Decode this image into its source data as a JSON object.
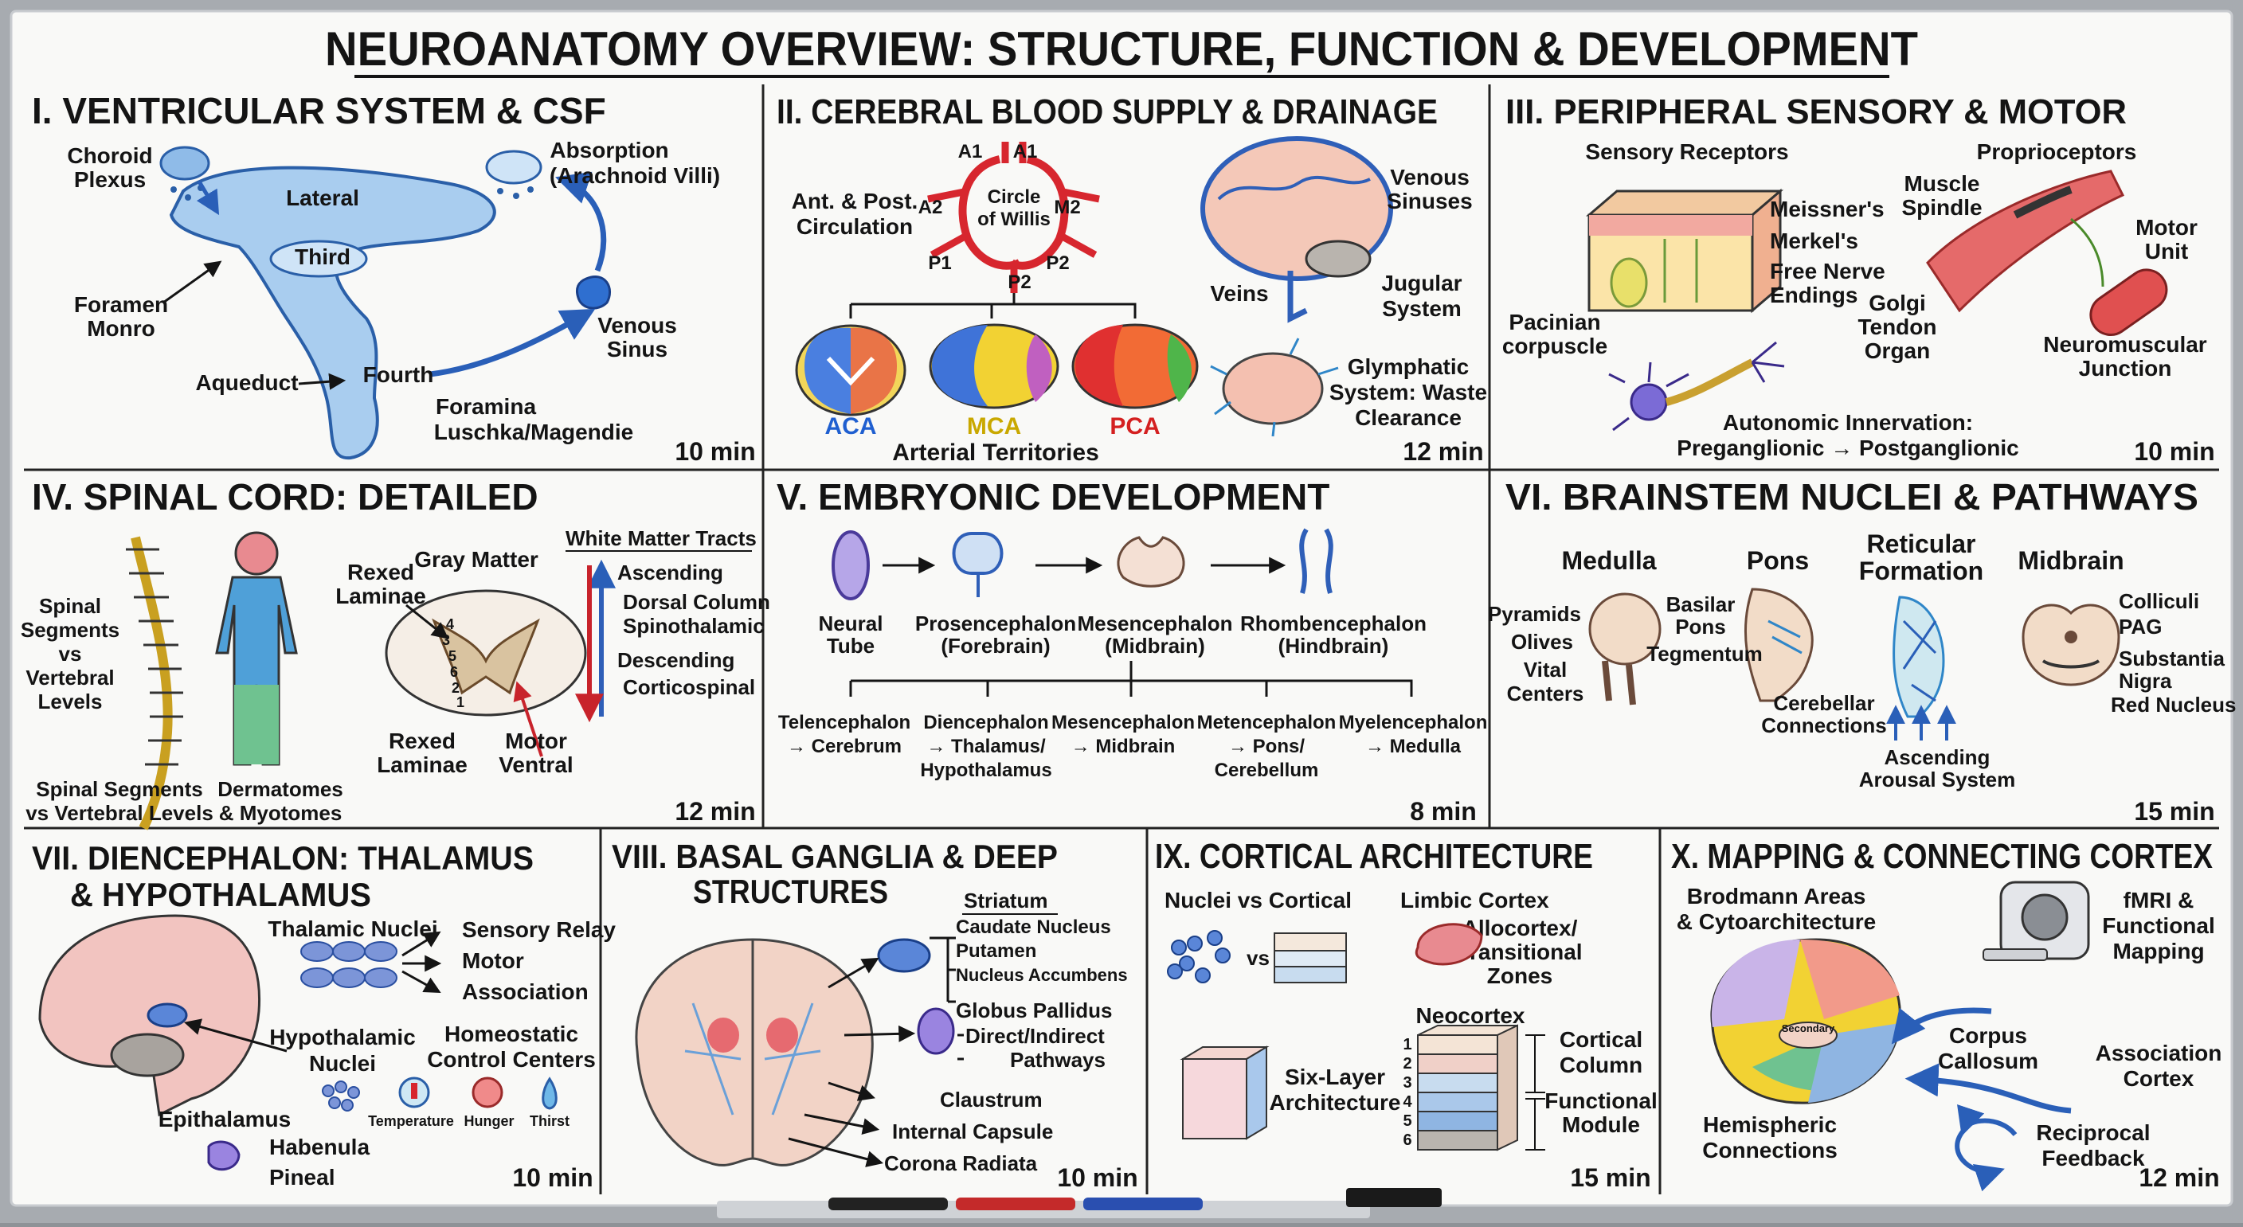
{
  "title": "NEUROANATOMY OVERVIEW: STRUCTURE, FUNCTION & DEVELOPMENT",
  "colors": {
    "board": "#f9f9f7",
    "frame": "#9ea2a6",
    "csf": "#a9cdef",
    "csf_dark": "#3f7dc9",
    "artery": "#d7262e",
    "vein": "#2f5fb8",
    "aca": "#1f5fd0",
    "mca": "#d4b800",
    "pca": "#d42020"
  },
  "panels": {
    "p1": {
      "heading": "I. VENTRICULAR SYSTEM & CSF",
      "time": "10 min",
      "labels": {
        "choroid": "Choroid",
        "plexus": "Plexus",
        "absorption": "Absorption",
        "villi": "(Arachnoid Villi)",
        "lateral": "Lateral",
        "third": "Third",
        "foramen": "Foramen",
        "monro": "Monro",
        "aqueduct": "Aqueduct",
        "fourth": "Fourth",
        "foramina": "Foramina",
        "luschka": "Luschka/Magendie",
        "venous": "Venous",
        "sinus": "Sinus"
      }
    },
    "p2": {
      "heading": "II. CEREBRAL BLOOD SUPPLY & DRAINAGE",
      "time": "12 min",
      "labels": {
        "a1l": "A1",
        "a1r": "A1",
        "a2": "A2",
        "m2": "M2",
        "p1": "P1",
        "p2r": "P2",
        "p2b": "P2",
        "circle1": "Circle",
        "circle2": "of Willis",
        "antpost1": "Ant. & Post.",
        "antpost2": "Circulation",
        "aca": "ACA",
        "mca": "MCA",
        "pca": "PCA",
        "territories": "Arterial Territories",
        "venous1": "Venous",
        "venous2": "Sinuses",
        "veins": "Veins",
        "jugular1": "Jugular",
        "jugular2": "System",
        "glym1": "Glymphatic",
        "glym2": "System: Waste",
        "glym3": "Clearance"
      }
    },
    "p3": {
      "heading": "III. PERIPHERAL SENSORY & MOTOR",
      "time": "10 min",
      "labels": {
        "sensory": "Sensory Receptors",
        "proprio": "Proprioceptors",
        "meissner": "Meissner's",
        "merkel": "Merkel's",
        "free1": "Free Nerve",
        "free2": "Endings",
        "pacinian1": "Pacinian",
        "pacinian2": "corpuscle",
        "muscle1": "Muscle",
        "muscle2": "Spindle",
        "golgi1": "Golgi",
        "golgi2": "Tendon",
        "golgi3": "Organ",
        "motor1": "Motor",
        "motor2": "Unit",
        "nmj1": "Neuromuscular",
        "nmj2": "Junction",
        "auto1": "Autonomic Innervation:",
        "auto2": "Preganglionic → Postganglionic"
      }
    },
    "p4": {
      "heading": "IV. SPINAL CORD: DETAILED",
      "time": "12 min",
      "labels": {
        "seg1": "Spinal",
        "seg2": "Segments",
        "seg3": "vs",
        "seg4": "Vertebral",
        "seg5": "Levels",
        "segb1": "Spinal Segments",
        "segb2": "vs Vertebral Levels",
        "derm1": "Dermatomes",
        "derm2": "& Myotomes",
        "rexed1": "Rexed",
        "rexed2": "Laminae",
        "gray": "Gray Matter",
        "rexedb1": "Rexed",
        "rexedb2": "Laminae",
        "motor1": "Motor",
        "motor2": "Ventral",
        "wmt": "White Matter Tracts",
        "asc": "Ascending",
        "dorsal": "Dorsal Column",
        "spino": "Spinothalamic",
        "desc": "Descending",
        "cortico": "Corticospinal",
        "n1": "1",
        "n2": "2",
        "n3": "3",
        "n4": "4",
        "n5": "5",
        "n6": "6"
      }
    },
    "p5": {
      "heading": "V. EMBRYONIC DEVELOPMENT",
      "time": "8 min",
      "labels": {
        "nt1": "Neural",
        "nt2": "Tube",
        "pro1": "Prosencephalon",
        "pro2": "(Forebrain)",
        "mes1": "Mesencephalon",
        "mes2": "(Midbrain)",
        "rho1": "Rhombencephalon",
        "rho2": "(Hindbrain)",
        "tel1": "Telencephalon",
        "tel2": "→ Cerebrum",
        "die1": "Diencephalon",
        "die2": "→ Thalamus/",
        "die3": "Hypothalamus",
        "mesb1": "Mesencephalon",
        "mesb2": "→ Midbrain",
        "met1": "Metencephalon",
        "met2": "→ Pons/",
        "met3": "Cerebellum",
        "mye1": "Myelencephalon",
        "mye2": "→ Medulla"
      }
    },
    "p6": {
      "heading": "VI. BRAINSTEM NUCLEI & PATHWAYS",
      "time": "15 min",
      "labels": {
        "medulla": "Medulla",
        "pons": "Pons",
        "ret1": "Reticular",
        "ret2": "Formation",
        "midbrain": "Midbrain",
        "pyramids": "Pyramids",
        "olives": "Olives",
        "vital1": "Vital",
        "vital2": "Centers",
        "basal1": "Basilar",
        "basal2": "Pons",
        "teg": "Tegmentum",
        "cereb1": "Cerebellar",
        "cereb2": "Connections",
        "asc1": "Ascending",
        "asc2": "Arousal System",
        "colliculi": "Colliculi",
        "pag": "PAG",
        "subs1": "Substantia",
        "subs2": "Nigra",
        "red": "Red Nucleus"
      }
    },
    "p7": {
      "heading1": "VII. DIENCEPHALON: THALAMUS",
      "heading2": "& HYPOTHALAMUS",
      "time": "10 min",
      "labels": {
        "thal": "Thalamic Nuclei",
        "relay": "Sensory Relay",
        "motor": "Motor",
        "assoc": "Association",
        "hypo1": "Hypothalamic",
        "hypo2": "Nuclei",
        "homeo1": "Homeostatic",
        "homeo2": "Control Centers",
        "temp": "Temperature",
        "hunger": "Hunger",
        "thirst": "Thirst",
        "epi": "Epithalamus",
        "habenula": "Habenula",
        "pineal": "Pineal"
      }
    },
    "p8": {
      "heading1": "VIII. BASAL GANGLIA & DEEP",
      "heading2": "STRUCTURES",
      "time": "10 min",
      "labels": {
        "striatum": "Striatum",
        "caudate": "Caudate Nucleus",
        "putamen": "Putamen",
        "accumbens": "Nucleus Accumbens",
        "globus": "Globus Pallidus",
        "direct1": "Direct/Indirect",
        "direct2": "Pathways",
        "claustrum": "Claustrum",
        "internal": "Internal Capsule",
        "corona": "Corona Radiata"
      }
    },
    "p9": {
      "heading": "IX. CORTICAL ARCHITECTURE",
      "time": "15 min",
      "labels": {
        "nvc": "Nuclei vs Cortical",
        "vs": "vs",
        "limbic": "Limbic Cortex",
        "allo1": "Allocortex/",
        "allo2": "Transitional",
        "allo3": "Zones",
        "neo": "Neocortex",
        "six1": "Six-Layer",
        "six2": "Architecture",
        "col1": "Cortical",
        "col2": "Column",
        "fm1": "Functional",
        "fm2": "Module",
        "l1": "1",
        "l2": "2",
        "l3": "3",
        "l4": "4",
        "l5": "5",
        "l6": "6"
      }
    },
    "p10": {
      "heading": "X. MAPPING & CONNECTING CORTEX",
      "time": "12 min",
      "labels": {
        "brod1": "Brodmann Areas",
        "brod2": "& Cytoarchitecture",
        "fmri1": "fMRI &",
        "fmri2": "Functional",
        "fmri3": "Mapping",
        "secondary": "Secondary",
        "corpus1": "Corpus",
        "corpus2": "Callosum",
        "assoc1": "Association",
        "assoc2": "Cortex",
        "hemi1": "Hemispheric",
        "hemi2": "Connections",
        "recip1": "Reciprocal",
        "recip2": "Feedback"
      }
    }
  }
}
